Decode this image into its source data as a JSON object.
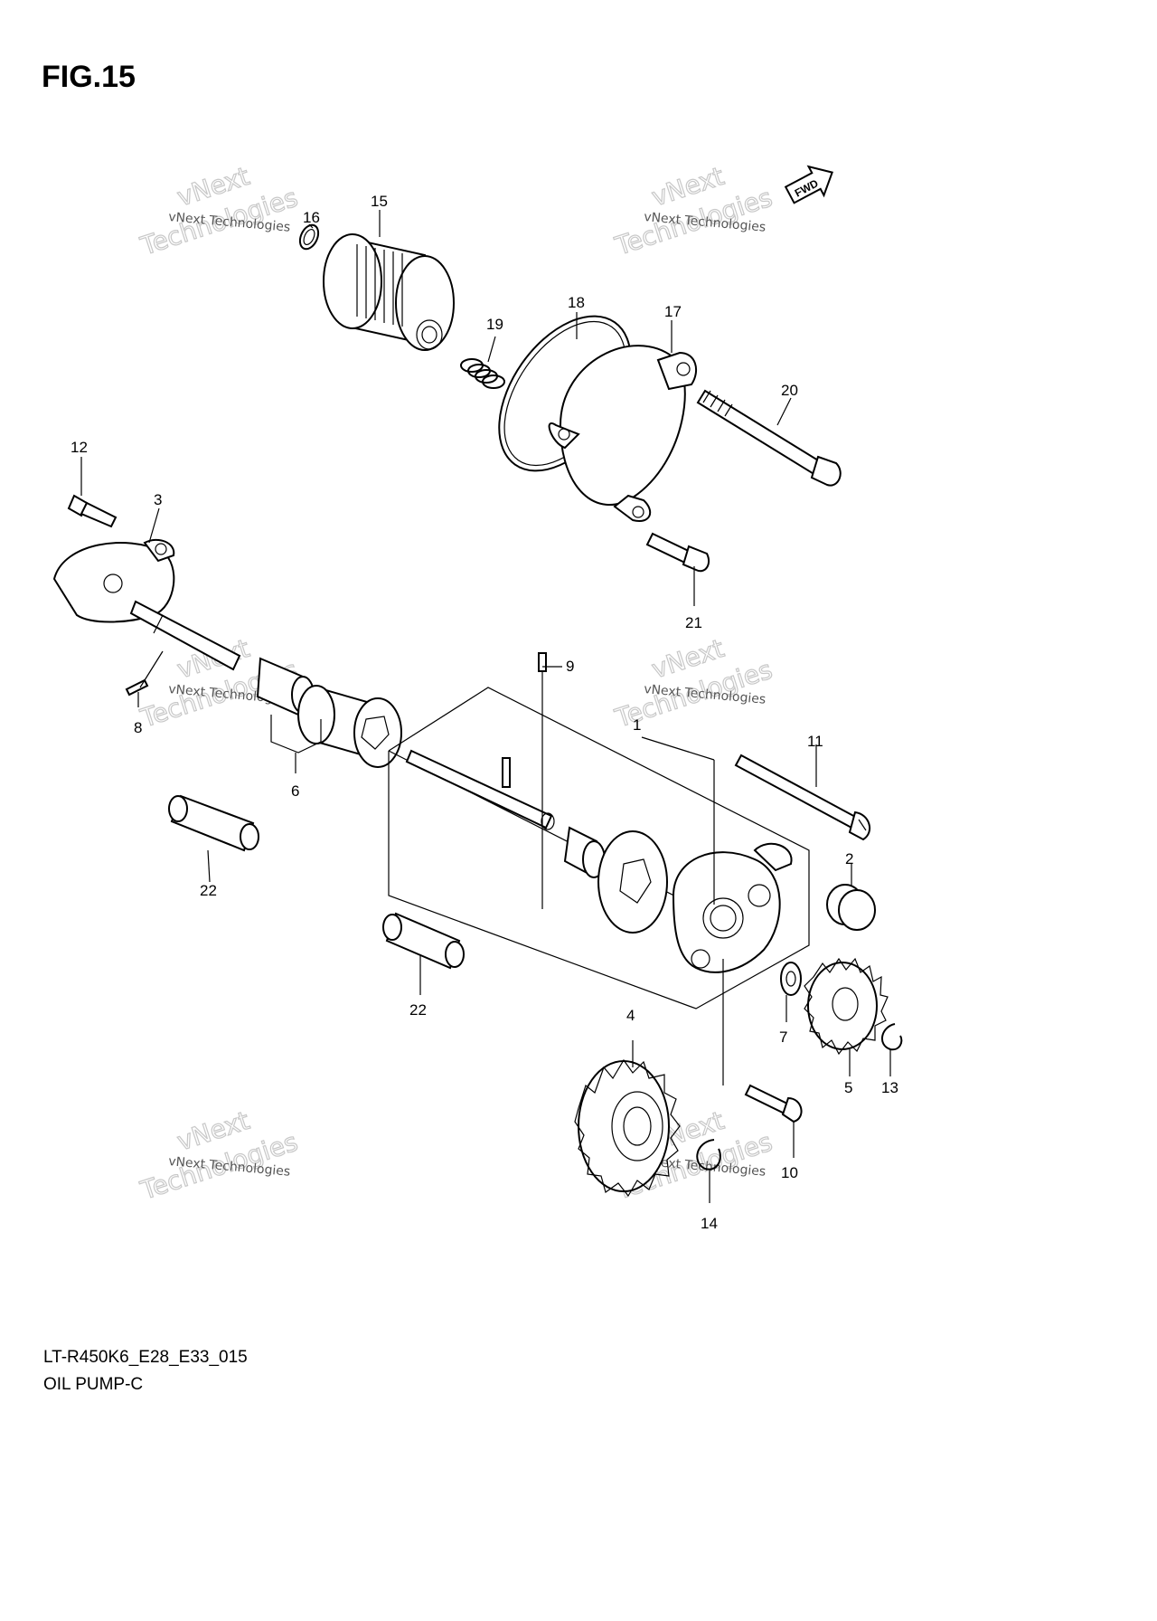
{
  "figure": {
    "title": "FIG.15"
  },
  "footer": {
    "model_code": "LT-R450K6_E28_E33_015",
    "section_name": "OIL PUMP-C"
  },
  "fwd_label": "FWD",
  "watermark": {
    "small_text": "vNext Technologies",
    "line1": "vNext",
    "line2": "Technologies"
  },
  "callouts": {
    "c1": "1",
    "c2": "2",
    "c3": "3",
    "c4": "4",
    "c5": "5",
    "c6": "6",
    "c7": "7",
    "c8": "8",
    "c9": "9",
    "c10": "10",
    "c11": "11",
    "c12": "12",
    "c13": "13",
    "c14": "14",
    "c15": "15",
    "c16": "16",
    "c17": "17",
    "c18": "18",
    "c19": "19",
    "c20": "20",
    "c21": "21",
    "c22a": "22",
    "c22b": "22"
  }
}
